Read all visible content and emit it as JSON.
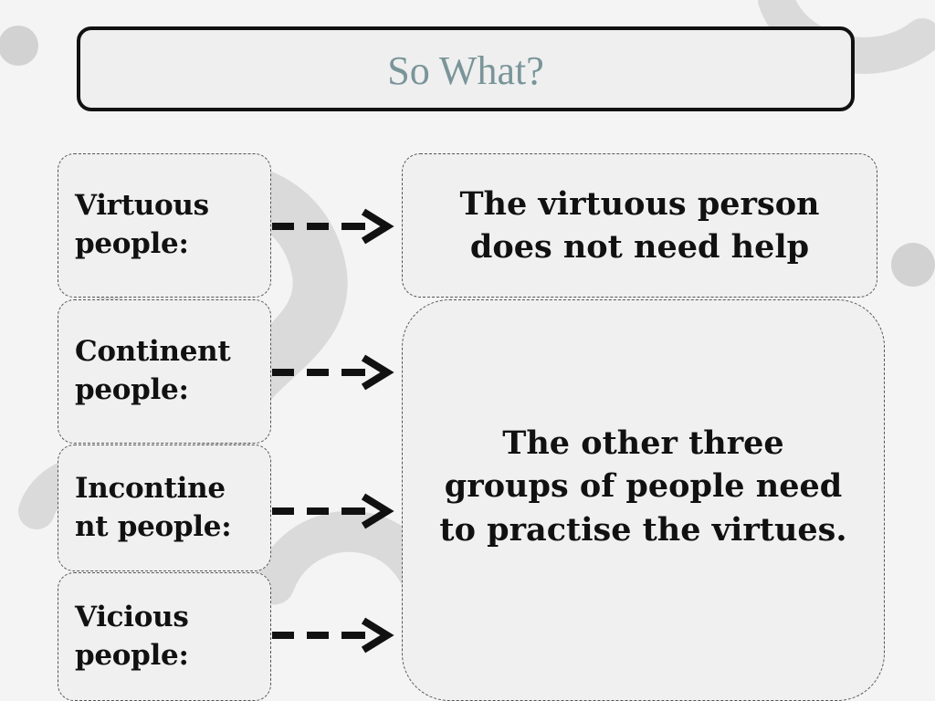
{
  "title": "So What?",
  "left_boxes": [
    {
      "line1": "Virtuous",
      "line2": "people:"
    },
    {
      "line1": "Continent",
      "line2": "people:"
    },
    {
      "line1": "Incontine",
      "line2": "nt people:"
    },
    {
      "line1": "Vicious",
      "line2": "people:"
    }
  ],
  "right_boxes": [
    {
      "lines": [
        "The virtuous person",
        "does not need help"
      ]
    },
    {
      "lines": [
        "The other three",
        "groups of people need",
        "to practise the virtues."
      ]
    }
  ],
  "colors": {
    "title_text": "#7a9599",
    "box_fill": "#f0f0f0",
    "text": "#111111"
  }
}
